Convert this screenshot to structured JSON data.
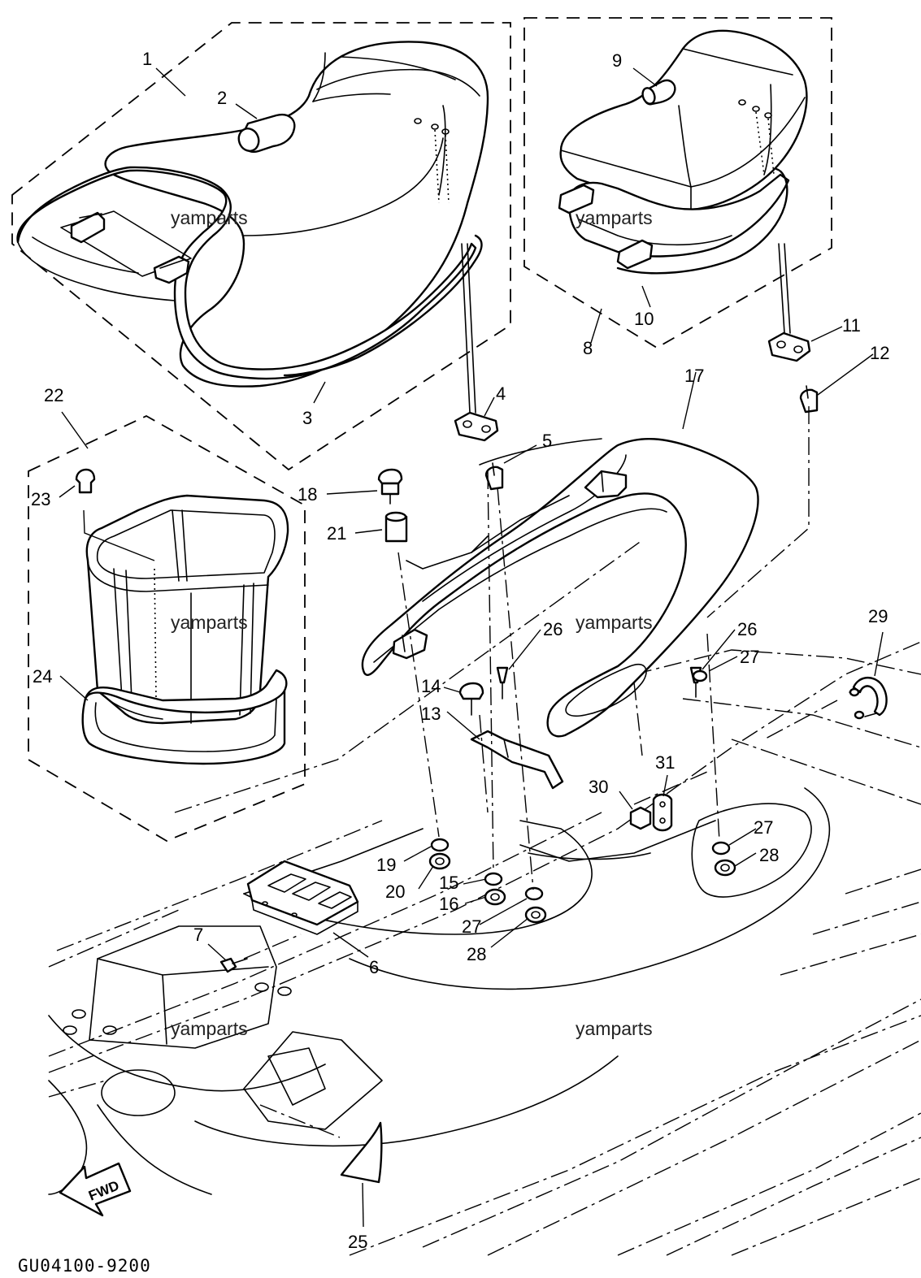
{
  "diagram": {
    "code": "GU04100-9200",
    "watermark": "yamparts",
    "fwd_label": "FWD",
    "callouts": [
      {
        "id": "c1",
        "label": "1"
      },
      {
        "id": "c2",
        "label": "2"
      },
      {
        "id": "c3",
        "label": "3"
      },
      {
        "id": "c4",
        "label": "4"
      },
      {
        "id": "c5",
        "label": "5"
      },
      {
        "id": "c6",
        "label": "6"
      },
      {
        "id": "c7",
        "label": "7"
      },
      {
        "id": "c8",
        "label": "8"
      },
      {
        "id": "c9",
        "label": "9"
      },
      {
        "id": "c10",
        "label": "10"
      },
      {
        "id": "c11",
        "label": "11"
      },
      {
        "id": "c12",
        "label": "12"
      },
      {
        "id": "c13",
        "label": "13"
      },
      {
        "id": "c14",
        "label": "14"
      },
      {
        "id": "c15",
        "label": "15"
      },
      {
        "id": "c16",
        "label": "16"
      },
      {
        "id": "c17",
        "label": "17"
      },
      {
        "id": "c18",
        "label": "18"
      },
      {
        "id": "c19",
        "label": "19"
      },
      {
        "id": "c20",
        "label": "20"
      },
      {
        "id": "c21",
        "label": "21"
      },
      {
        "id": "c22",
        "label": "22"
      },
      {
        "id": "c23",
        "label": "23"
      },
      {
        "id": "c24",
        "label": "24"
      },
      {
        "id": "c25",
        "label": "25"
      },
      {
        "id": "c26a",
        "label": "26"
      },
      {
        "id": "c26b",
        "label": "26"
      },
      {
        "id": "c27a",
        "label": "27"
      },
      {
        "id": "c27b",
        "label": "27"
      },
      {
        "id": "c27c",
        "label": "27"
      },
      {
        "id": "c28a",
        "label": "28"
      },
      {
        "id": "c28b",
        "label": "28"
      },
      {
        "id": "c29",
        "label": "29"
      },
      {
        "id": "c30",
        "label": "30"
      },
      {
        "id": "c31",
        "label": "31"
      }
    ]
  }
}
